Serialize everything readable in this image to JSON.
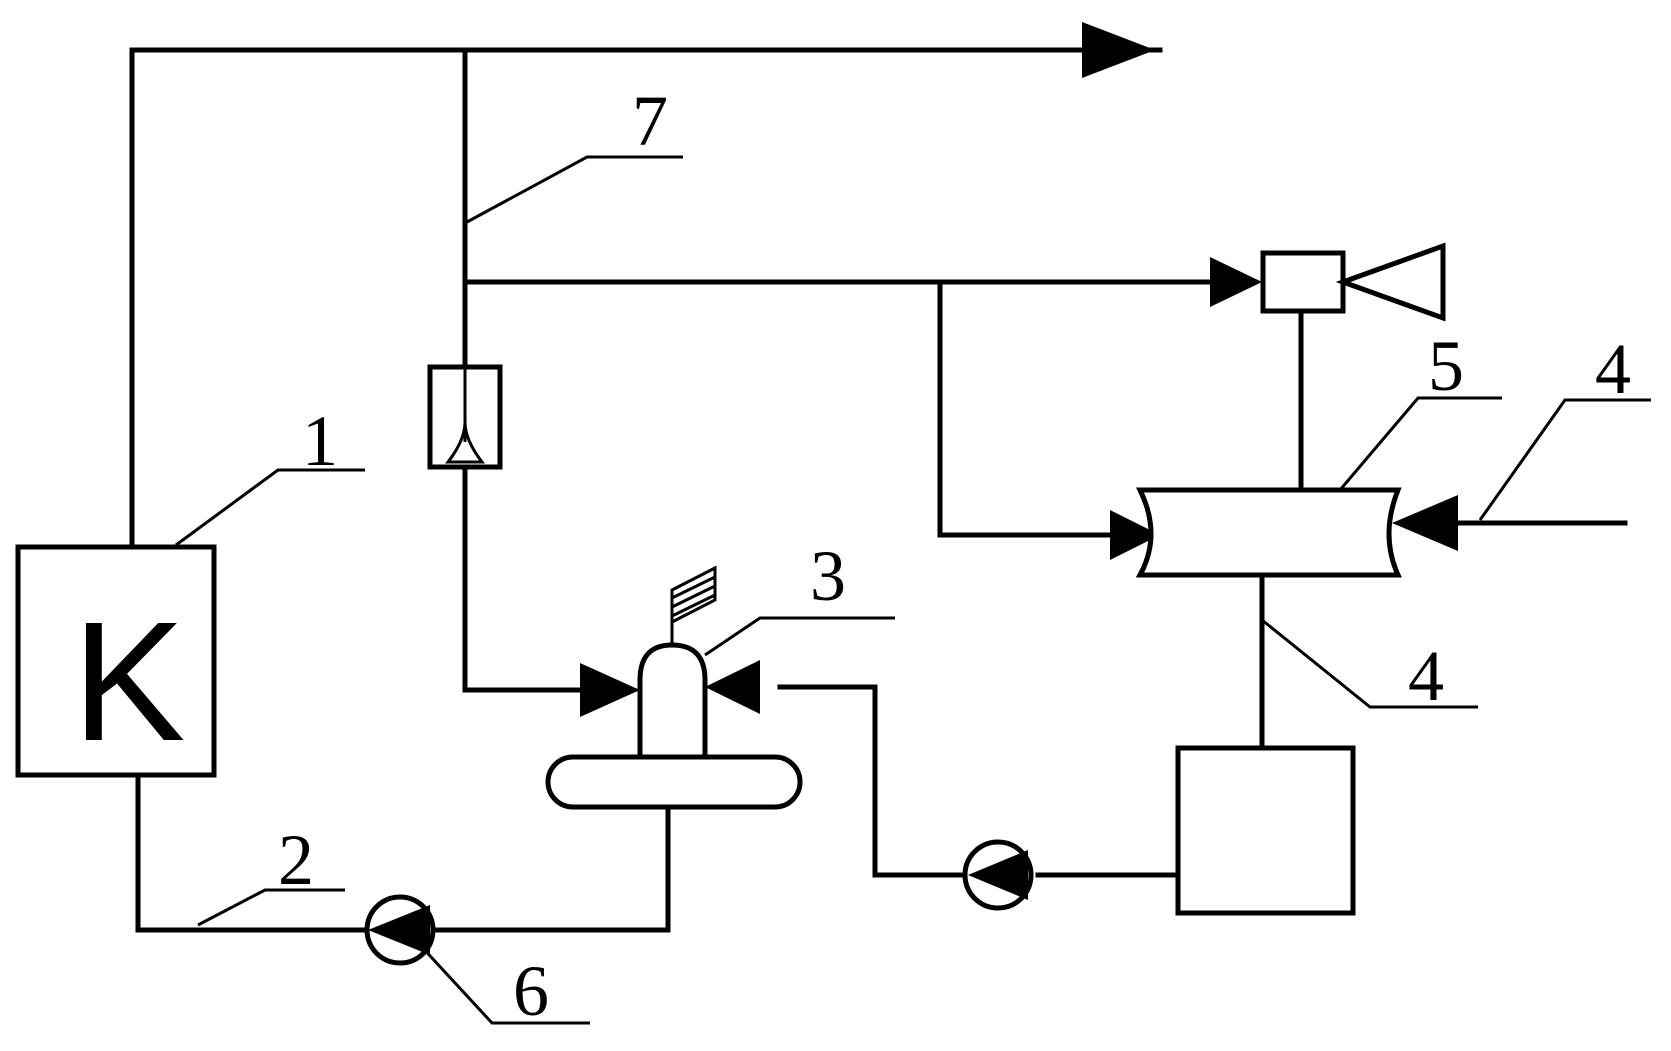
{
  "callouts": {
    "c1": "1",
    "c2": "2",
    "c3": "3",
    "c4_top": "4",
    "c4_bottom": "4",
    "c5": "5",
    "c6": "6",
    "c7": "7"
  },
  "boiler_letter": "K",
  "line_color": "#000000",
  "background_color": "#ffffff"
}
